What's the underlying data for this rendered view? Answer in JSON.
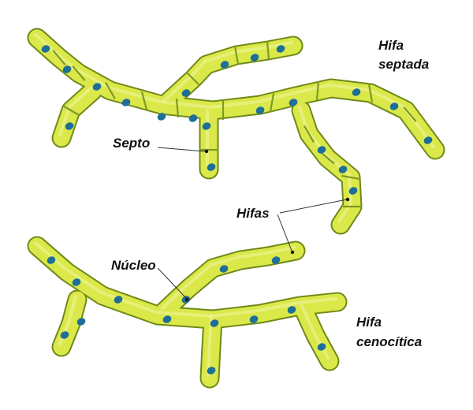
{
  "labels": {
    "septate_line1": "Hifa",
    "septate_line2": "septada",
    "septum": "Septo",
    "hyphae": "Hifas",
    "nucleus": "Núcleo",
    "coenocytic_line1": "Hifa",
    "coenocytic_line2": "cenocítica"
  },
  "colors": {
    "hypha_fill": "#dbe84a",
    "hypha_outline": "#6f8a18",
    "hypha_highlight": "#eef6a0",
    "septum_line": "#7e9a24",
    "nucleus": "#1d6f98",
    "leader_line": "#333333"
  }
}
